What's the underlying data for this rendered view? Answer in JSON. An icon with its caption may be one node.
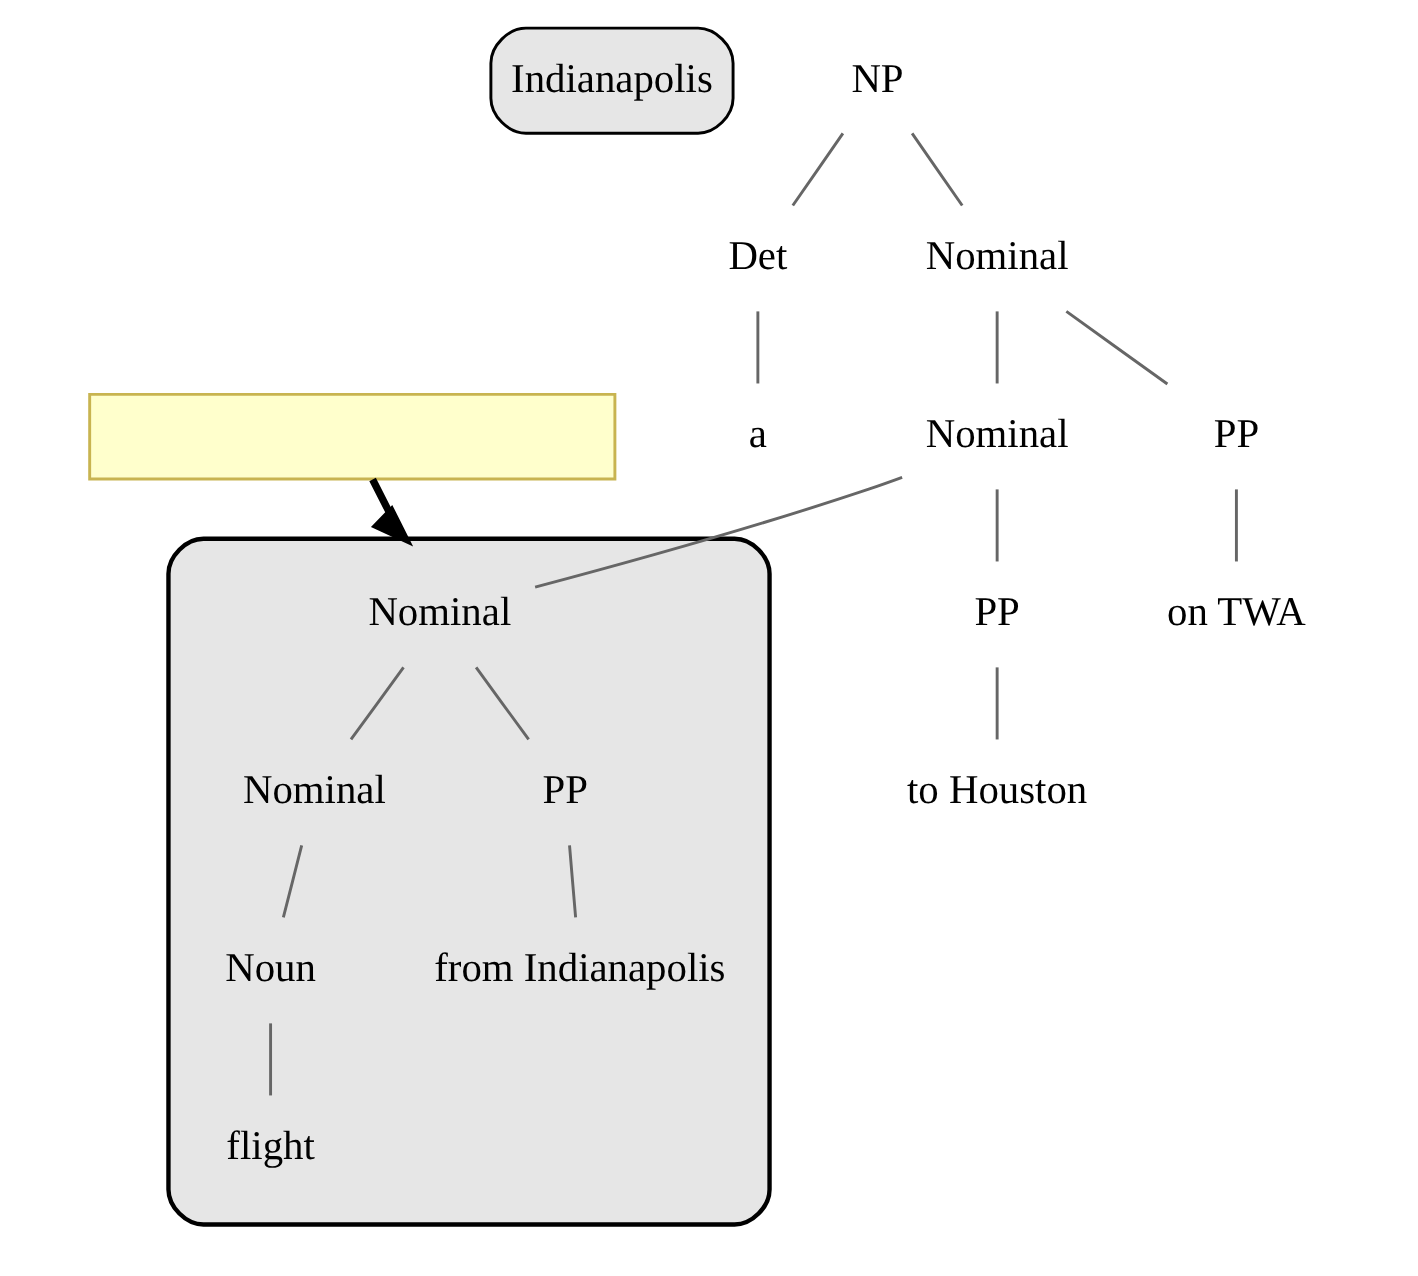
{
  "diagram": {
    "nodes": [
      {
        "text": [
          "Indianapolis"
        ]
      },
      {
        "text": [],
        "shape": "box"
      },
      {
        "text": [
          "NP"
        ]
      },
      {
        "text": [
          "Det"
        ]
      },
      {
        "text": [
          "a"
        ]
      },
      {
        "text": [
          "Nominal"
        ]
      },
      {
        "text": [
          "Nominal"
        ]
      },
      {
        "text": [
          "PP"
        ]
      },
      {
        "text": [
          "on TWA"
        ]
      },
      {
        "text": [],
        "shape": "box"
      },
      {
        "text": [
          "Nominal"
        ],
        "in": 9
      },
      {
        "text": [
          "PP"
        ]
      },
      {
        "text": [
          "to Houston"
        ]
      },
      {
        "text": [
          "Nominal"
        ],
        "in": 9
      },
      {
        "text": [
          "PP"
        ],
        "in": 9
      },
      {
        "text": [
          "Noun"
        ],
        "in": 9
      },
      {
        "text": [
          "from Indianapolis"
        ],
        "in": 9
      },
      {
        "text": [
          "flight"
        ],
        "in": 9
      }
    ],
    "edges": [
      {
        "from": 2,
        "to": 3,
        "arrow": "none"
      },
      {
        "from": 2,
        "to": 5,
        "arrow": "none"
      },
      {
        "from": 3,
        "to": 4,
        "arrow": "none"
      },
      {
        "from": 5,
        "to": 6,
        "arrow": "none"
      },
      {
        "from": 5,
        "to": 7,
        "arrow": "none"
      },
      {
        "from": 7,
        "to": 8,
        "arrow": "none"
      },
      {
        "from": 6,
        "to": 10,
        "arrow": "none"
      },
      {
        "from": 6,
        "to": 11,
        "arrow": "none"
      },
      {
        "from": 11,
        "to": 12,
        "arrow": "none"
      },
      {
        "from": 10,
        "to": 13,
        "arrow": "none"
      },
      {
        "from": 10,
        "to": 14,
        "arrow": "none"
      },
      {
        "from": 13,
        "to": 15,
        "arrow": "none"
      },
      {
        "from": 15,
        "to": 17,
        "arrow": "none"
      },
      {
        "from": 14,
        "to": 16,
        "arrow": "none"
      },
      {
        "from": 1,
        "to": 9,
        "arrow": "to",
        "style": "thick",
        "color": "#000000"
      }
    ]
  }
}
